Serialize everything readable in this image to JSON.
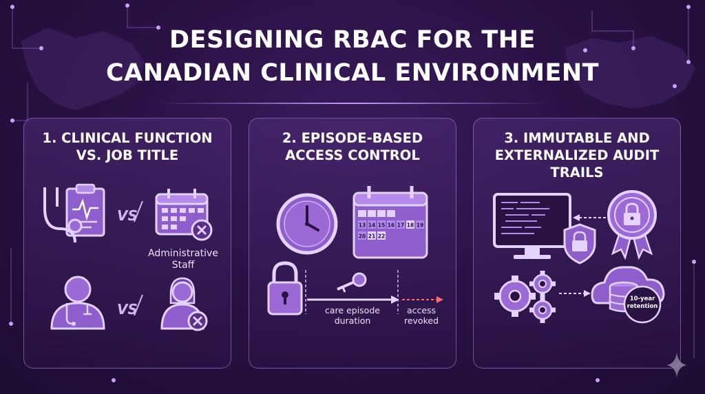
{
  "title": {
    "line1": "DESIGNING RBAC FOR THE",
    "line2": "CANADIAN CLINICAL ENVIRONMENT"
  },
  "panels": [
    {
      "title_line1": "1. CLINICAL FUNCTION",
      "title_line2": "VS. JOB TITLE",
      "vs_top": "VS",
      "vs_bottom": "VS",
      "admin_label_line1": "Administrative",
      "admin_label_line2": "Staff"
    },
    {
      "title_line1": "2. EPISODE-BASED",
      "title_line2": "ACCESS CONTROL",
      "calendar_dates": [
        "13",
        "14",
        "15",
        "16",
        "17",
        "18",
        "19",
        "20",
        "21",
        "22"
      ],
      "calendar_highlight": [
        "18",
        "21",
        "22"
      ],
      "episode_label_line1": "care episode",
      "episode_label_line2": "duration",
      "revoked_label_line1": "access",
      "revoked_label_line2": "revoked"
    },
    {
      "title_line1": "3. IMMUTABLE AND",
      "title_line2": "EXTERNALIZED AUDIT",
      "title_line3": "TRAILS",
      "retention_line1": "10-year",
      "retention_line2": "retention"
    }
  ],
  "colors": {
    "accent": "#b68cf0",
    "icon_fill": "#9b6ad6",
    "icon_stroke": "#e4d2ff",
    "revoked_arrow": "#ff6b6b"
  }
}
